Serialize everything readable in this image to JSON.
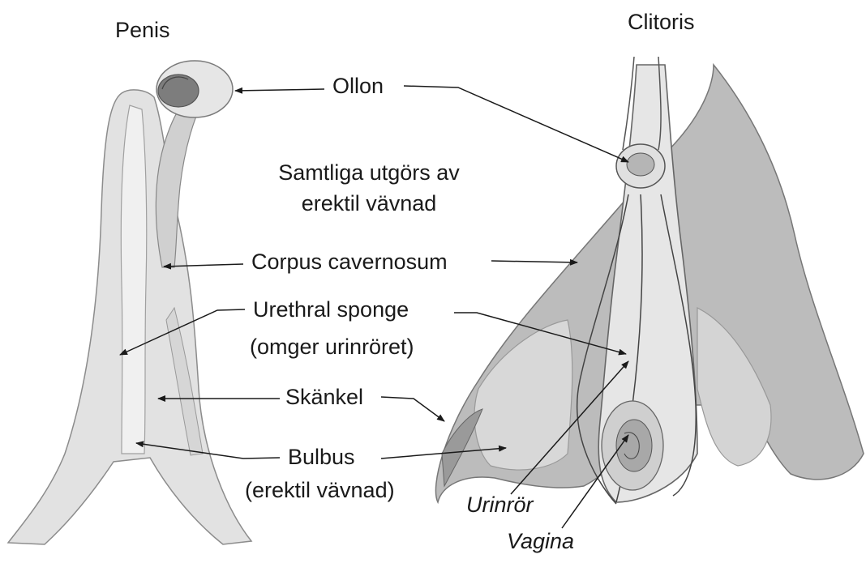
{
  "titles": {
    "left": "Penis",
    "right": "Clitoris"
  },
  "labels": {
    "glans": "Ollon",
    "common_line1": "Samtliga utgörs av",
    "common_line2": "erektil vävnad",
    "corpus": "Corpus cavernosum",
    "sponge_line1": "Urethral sponge",
    "sponge_line2": "(omger urinröret)",
    "crus": "Skänkel",
    "bulb_line1": "Bulbus",
    "bulb_line2": "(erektil vävnad)",
    "urethra": "Urinrör",
    "vagina": "Vagina"
  },
  "colors": {
    "ink": "#1a1a1a",
    "tissue_light": "#e4e4e4",
    "tissue_mid": "#c8c8c8",
    "tissue_dark": "#9a9a9a"
  }
}
